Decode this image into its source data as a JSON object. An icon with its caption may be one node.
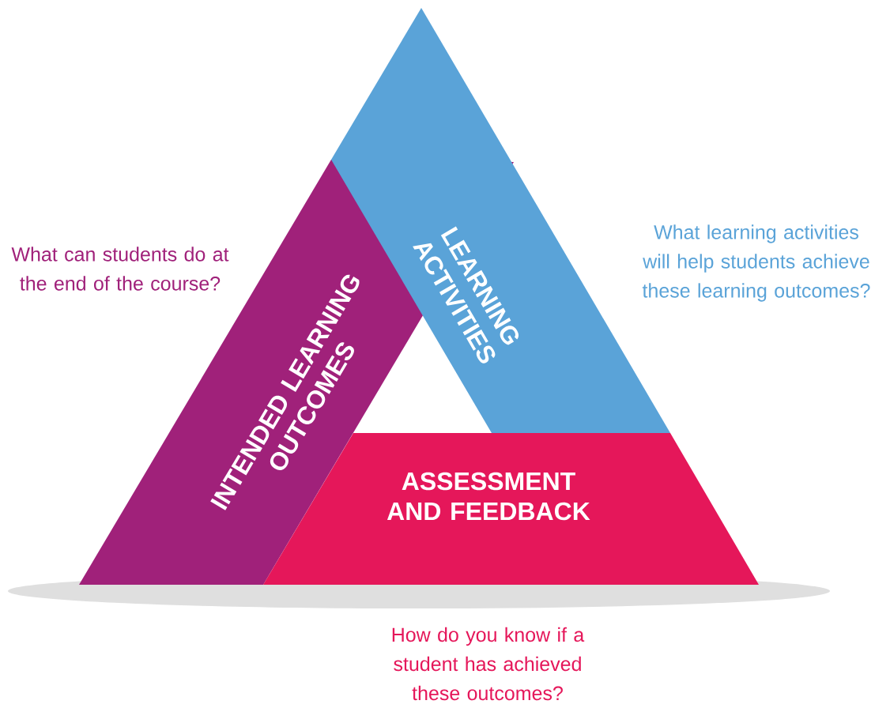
{
  "diagram": {
    "nodes": [
      {
        "text": [
          "INTENDED LEARNING OUTCOMES"
        ],
        "beside": [
          "What can students do at the end of the course?"
        ]
      },
      {
        "text": [
          "LEARNING ACTIVITIES"
        ],
        "beside": [
          "What learning activities will help students achieve these learning outcomes?"
        ]
      },
      {
        "text": [
          "ASSESSMENT AND FEEDBACK"
        ],
        "beside": [
          "How do you know if a student has achieved these outcomes?"
        ]
      }
    ]
  }
}
